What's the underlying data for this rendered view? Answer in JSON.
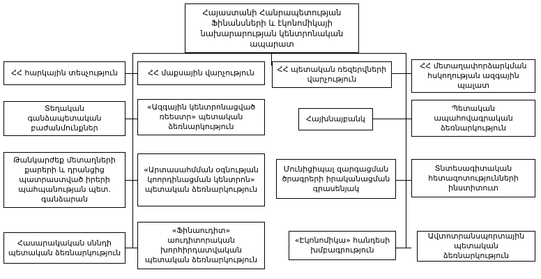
{
  "diagram": {
    "title_box": {
      "label": "Հայաստանի Հանրապետության Ֆինանսների և էկոնոմիկայի նախարարության կենտրոնական ապարատ"
    },
    "columns": [
      {
        "name": "column-1",
        "boxes": [
          {
            "label": "ՀՀ հարկային տեսչություն"
          },
          {
            "label": "Տեղական գանձապետական բաժանմունքներ"
          },
          {
            "label": "Թանկարժեք մետաղների քարերի և դրանցից պատրաստված իրերի պահպանության պետ. գանձարան"
          },
          {
            "label": "Հասարակական սննդի պետական ձեռնարկություն"
          }
        ]
      },
      {
        "name": "column-2",
        "boxes": [
          {
            "label": "ՀՀ մաքսային վարչություն"
          },
          {
            "label": "«Ազգային կենտրոնացված ռեեստր» պետական ձեռնարկություն"
          },
          {
            "label": "«Արտասահմման օգնության կոորդինացման կենտրոն» պետական ձեռնարկություն"
          },
          {
            "label": "«Ֆինաուդիտ» աուդիտորական խորհիրդատվական պետական ձեռնարկություն"
          }
        ]
      },
      {
        "name": "column-3",
        "boxes": [
          {
            "label": "ՀՀ պետական ռեզերվների վարչություն"
          },
          {
            "label": "Հայխնայբանկ"
          },
          {
            "label": "Մունիցիպալ զարգացման ծրագրերի իրականացման գրասենյակ"
          },
          {
            "label": "«Էկոնոմիկա» հանդեսի խմբագրություն"
          }
        ]
      },
      {
        "name": "column-4",
        "boxes": [
          {
            "label": "ՀՀ մետաղափորձարկման հսկողության ազգային պալատ"
          },
          {
            "label": "Պետական ապահովագրական ձեռնարկություն"
          },
          {
            "label": "Տնտեսագիտական հետազոտությունների ինստիտուտ"
          },
          {
            "label": "Ավտոտրանսպորտային պետական ձեռնարկություն"
          }
        ]
      }
    ],
    "colors": {
      "line": "#000000",
      "box_fill": "#ffffff",
      "text": "#000000"
    }
  }
}
